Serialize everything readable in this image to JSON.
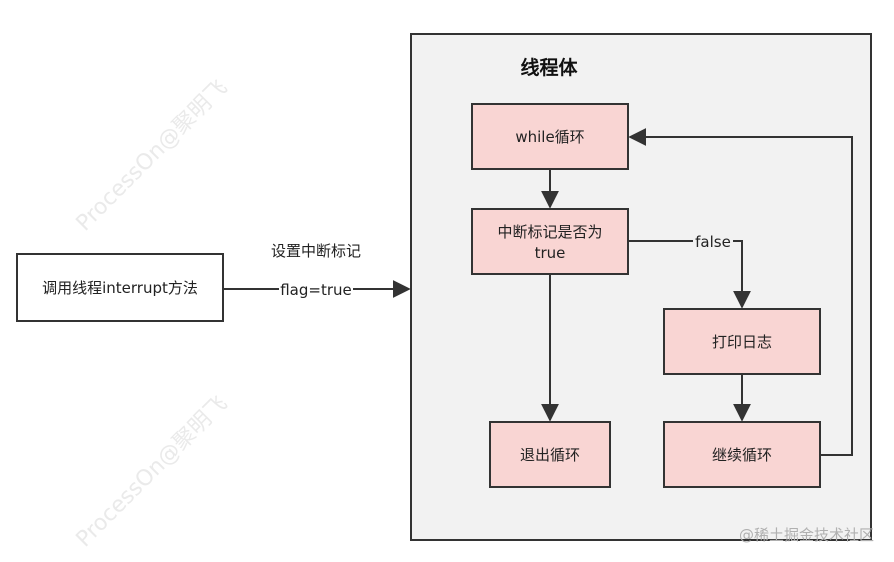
{
  "container": {
    "title": "线程体"
  },
  "nodes": {
    "start": {
      "label": "调用线程interrupt方法"
    },
    "while_loop": {
      "label": "while循环"
    },
    "check_line1": {
      "label": "中断标记是否为"
    },
    "check_line2": {
      "label": "true"
    },
    "exit_loop": {
      "label": "退出循环"
    },
    "print_log": {
      "label": "打印日志"
    },
    "continue_loop": {
      "label": "继续循环"
    }
  },
  "edges": {
    "set_flag_label": "设置中断标记",
    "flag_label": "flag=true",
    "false_label": "false"
  },
  "watermarks": {
    "text": "ProcessOn@聚明飞"
  },
  "footer": {
    "text": "@稀土掘金技术社区"
  },
  "colors": {
    "node_fill": "#f9d5d3",
    "container_fill": "#f2f2f2",
    "stroke": "#333333"
  }
}
